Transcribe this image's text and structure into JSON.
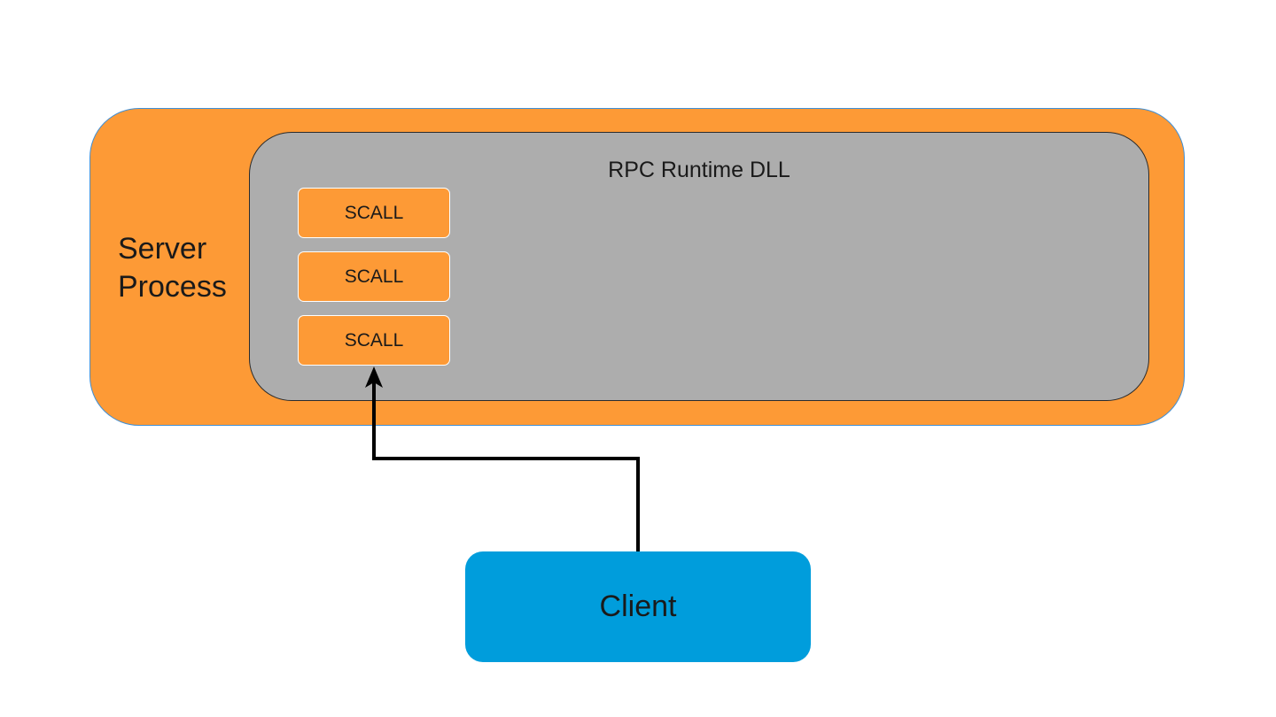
{
  "colors": {
    "server_fill": "#fd9a36",
    "runtime_fill": "#adadad",
    "scall_fill": "#fd9a36",
    "client_fill": "#009ddc",
    "connector": "#000000"
  },
  "server_process": {
    "label": "Server\nProcess"
  },
  "runtime": {
    "label": "RPC Runtime DLL"
  },
  "scalls": [
    {
      "label": "SCALL"
    },
    {
      "label": "SCALL"
    },
    {
      "label": "SCALL"
    }
  ],
  "client": {
    "label": "Client"
  }
}
